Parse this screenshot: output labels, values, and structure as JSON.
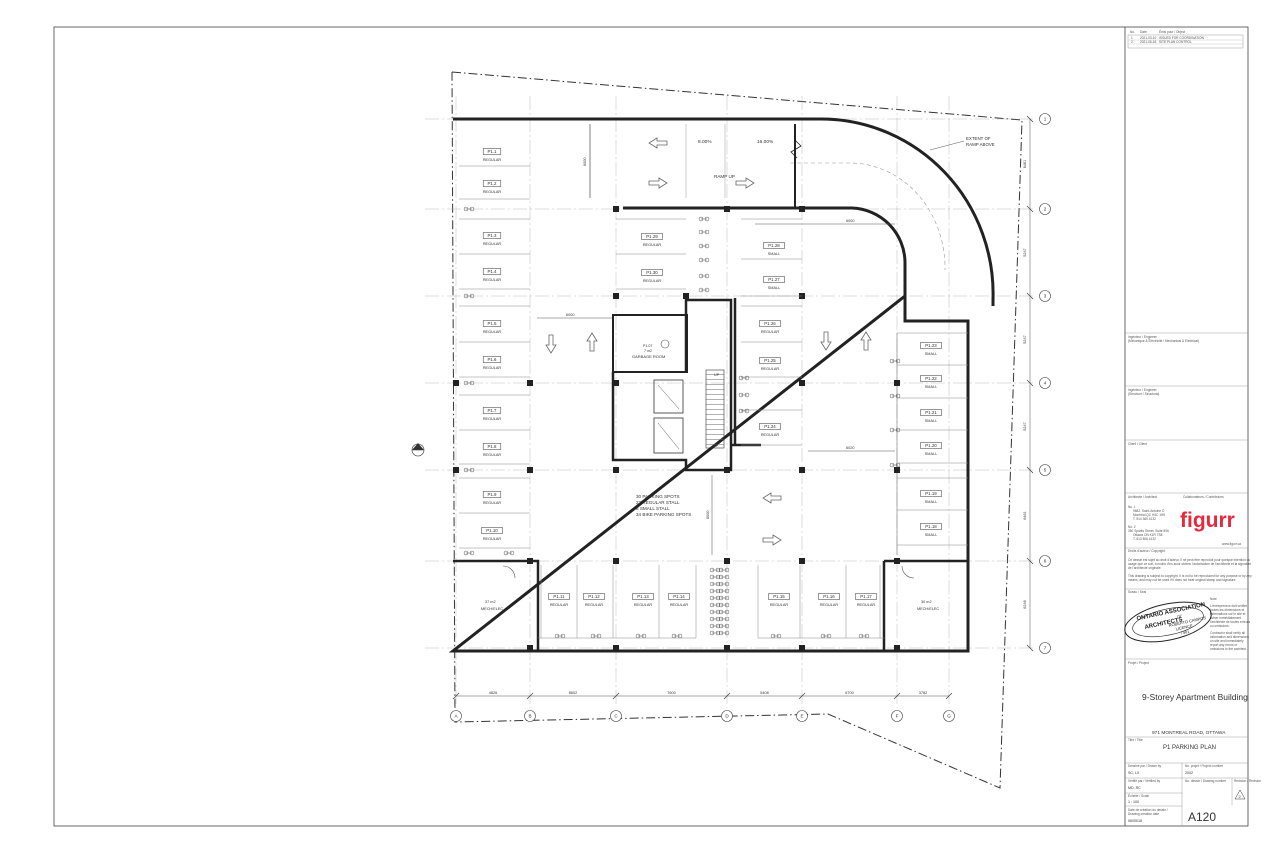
{
  "plan": {
    "stalls": [
      {
        "id": "P1.1",
        "type": "REGULAR"
      },
      {
        "id": "P1.2",
        "type": "REGULAR"
      },
      {
        "id": "P1.3",
        "type": "REGULAR"
      },
      {
        "id": "P1.4",
        "type": "REGULAR"
      },
      {
        "id": "P1.5",
        "type": "REGULAR"
      },
      {
        "id": "P1.6",
        "type": "REGULAR"
      },
      {
        "id": "P1.7",
        "type": "REGULAR"
      },
      {
        "id": "P1.8",
        "type": "REGULAR"
      },
      {
        "id": "P1.9",
        "type": "REGULAR"
      },
      {
        "id": "P1.10",
        "type": "REGULAR"
      },
      {
        "id": "P1.11",
        "type": "REGULAR"
      },
      {
        "id": "P1.12",
        "type": "REGULAR"
      },
      {
        "id": "P1.13",
        "type": "REGULAR"
      },
      {
        "id": "P1.14",
        "type": "REGULAR"
      },
      {
        "id": "P1.15",
        "type": "REGULAR"
      },
      {
        "id": "P1.16",
        "type": "REGULAR"
      },
      {
        "id": "P1.17",
        "type": "REGULAR"
      },
      {
        "id": "P1.18",
        "type": "SMALL"
      },
      {
        "id": "P1.19",
        "type": "SMALL"
      },
      {
        "id": "P1.20",
        "type": "SMALL"
      },
      {
        "id": "P1.21",
        "type": "SMALL"
      },
      {
        "id": "P1.22",
        "type": "SMALL"
      },
      {
        "id": "P1.23",
        "type": "SMALL"
      },
      {
        "id": "P1.24",
        "type": "REGULAR"
      },
      {
        "id": "P1.25",
        "type": "REGULAR"
      },
      {
        "id": "P1.26",
        "type": "REGULAR"
      },
      {
        "id": "P1.27",
        "type": "SMALL"
      },
      {
        "id": "P1.28",
        "type": "SMALL"
      },
      {
        "id": "P1.29",
        "type": "REGULAR"
      },
      {
        "id": "P1.30",
        "type": "REGULAR"
      }
    ],
    "summary": [
      "30 PARKING SPOTS",
      "22 REGULAR STALL",
      "8 SMALL STALL",
      "34 BIKE PARKING SPOTS"
    ],
    "ramp": {
      "up_label": "RAMP UP",
      "slope_a": "8.00%",
      "slope_b": "16.00%",
      "extent": [
        "EXTENT OF",
        "RAMP ABOVE"
      ]
    },
    "rooms": {
      "garbage": {
        "code": "P1.07",
        "area": "7 m2",
        "name": "GARBAGE ROOM"
      },
      "mech_left": {
        "area": "37 m2",
        "name": "MECH/ELEC"
      },
      "mech_right": {
        "area": "30 m2",
        "name": "MECH/ELEC"
      }
    },
    "stair_up_a": "UP",
    "stair_up_b": "UP",
    "grid_rows": [
      "1",
      "2",
      "3",
      "4",
      "5",
      "6",
      "7"
    ],
    "grid_cols": [
      "A",
      "B",
      "C",
      "D",
      "E",
      "F",
      "G"
    ],
    "row_dims": [
      "6461",
      "5247",
      "5247",
      "5247",
      "6461",
      "6246"
    ],
    "col_dims": [
      "4826",
      "8602",
      "7600",
      "5408",
      "6700",
      "3782"
    ],
    "inner_dims": {
      "ramp_depth": "6000",
      "ramp_width": "6000",
      "aisle_left": "6000",
      "aisle_right": "6020",
      "aisle_mid": "6000"
    }
  },
  "titleblock": {
    "revisions_header": {
      "no": "No.",
      "date": "Date",
      "desc": "Émis pour / Object"
    },
    "revisions": [
      {
        "no": "1",
        "date": "2021-03-10",
        "desc": "ISSUED FOR COORDINATION"
      },
      {
        "no": "2",
        "date": "2021-06-16",
        "desc": "SITE PLAN CONTROL"
      }
    ],
    "mech_engineer": [
      "Ingénieur / Engineer",
      "(Mécanique & Électricité / Mechanical & Electrical)"
    ],
    "struct_engineer": [
      "Ingénieur / Engineer",
      "(Structure / Structural)"
    ],
    "client_label": "Client / Client",
    "architect_label": "Architecte / Architect",
    "collab_label": "Collaborateurs / Contributors",
    "logo": "figurr",
    "address_mtl": [
      "No. 1",
      "9682, Saint-Antoine O",
      "Montréal QC H4C 1H9",
      "T. 514 360 4132"
    ],
    "address_ott": [
      "No. 2",
      "350 Sparks Street, Suite 806",
      "Ottawa ON K1R 7S8",
      "T. 613 806 4132"
    ],
    "website": "www.figurr.ca",
    "copyright_label": "Droits d'auteur / Copyright",
    "copyright_fr": [
      "Ce dessin est sujet au droit d'auteur. Il ne peut être reproduit pour quelque intention ou",
      "usage que ce soit, à moins d'en avoir obtenu l'autorisation de l'architecte et la signature",
      "de l'architecte originale."
    ],
    "copyright_en": [
      "This drawing is subject to copyright. It is not to be reproduced for any purpose or by any",
      "means, and may not be used if it does not bear original stamp and signature."
    ],
    "seal_label": "Sceau / Seal",
    "note_label": "Note",
    "note_fr": [
      "L'entrepreneur doit vérifier",
      "toutes les dimensions et",
      "informations sur le site et",
      "aviser immédiatement",
      "l'architecte de toutes erreurs",
      "ou omissions."
    ],
    "note_en": [
      "Contractor shall verify all",
      "information and dimensions",
      "on site and immediately",
      "report any errors or",
      "omissions to the architect."
    ],
    "seal": {
      "top": "ONTARIO ASSOCIATION",
      "of": "OF",
      "mid": "ARCHITECTS",
      "name": "ROBERTO CAMPOS",
      "licence": "LICENCE",
      "num": "7401"
    },
    "project_label": "Projet / Project",
    "project_name": "9-Storey Apartment Building",
    "project_address": "971 MONTREAL ROAD, OTTAWA",
    "title_label": "Titre / Title",
    "sheet_title": "P1 PARKING PLAN",
    "drawn_label": "Dessiné par / Drawn by",
    "drawn_by": "SC, LX",
    "project_no_label": "No. projet / Project number",
    "project_no": "2002",
    "checked_label": "Vérifié par / Verified by",
    "checked_by": "MD, RC",
    "sheet_no_label": "No. dessin / Drawing number",
    "revision_label": "Révision / Revision",
    "revision": "2",
    "scale_label": "Échelle / Scale",
    "scale": "1 : 100",
    "date_label": [
      "Date de création du dessin /",
      "Drawing creation date"
    ],
    "date": "06/05/18",
    "sheet_number": "A120"
  }
}
